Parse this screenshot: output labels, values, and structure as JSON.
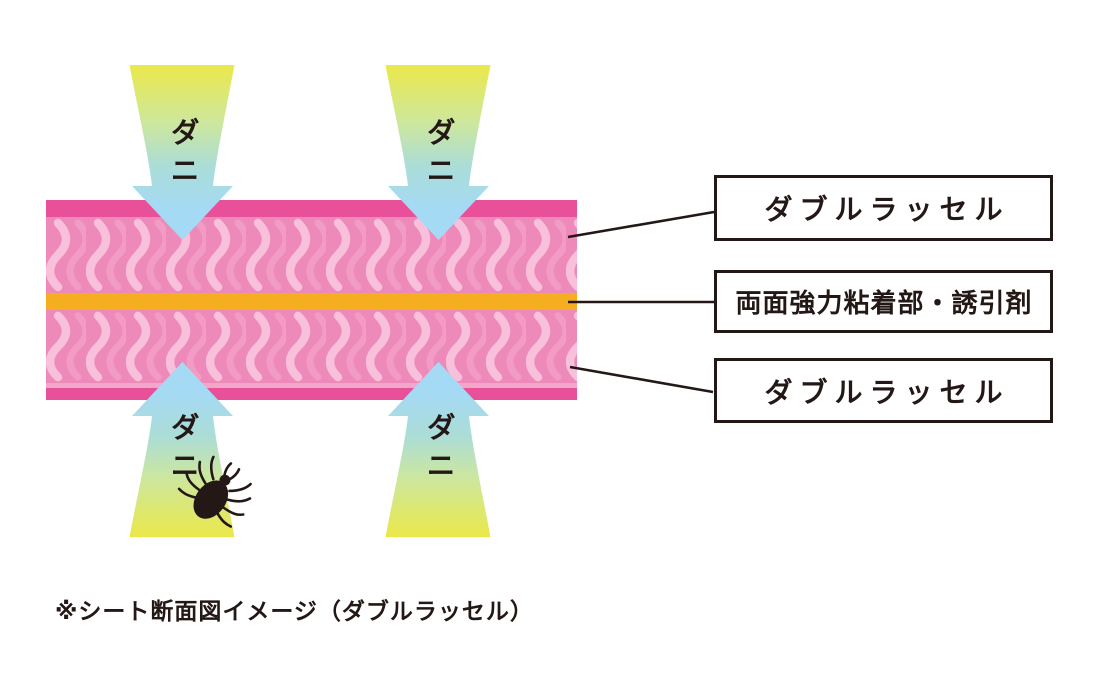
{
  "diagram_title": "sheet cross-section (double raschel mite sheet)",
  "caption": {
    "text": "※シート断面図イメージ（ダブルラッセル）"
  },
  "callouts": [
    {
      "text": "ダブルラッセル"
    },
    {
      "text": "両面強力粘着部・誘引剤"
    },
    {
      "text": "ダブルラッセル"
    }
  ],
  "arrows": [
    {
      "label": "ダニ",
      "direction": "down"
    },
    {
      "label": "ダニ",
      "direction": "down"
    },
    {
      "label": "ダニ",
      "direction": "up"
    },
    {
      "label": "ダニ",
      "direction": "up"
    }
  ],
  "icons": [
    {
      "name": "mite-icon",
      "description": "black tick silhouette"
    }
  ],
  "colors": {
    "ink": "#231815",
    "layerEdge": "#e8519a",
    "layerBody": "#ee8aba",
    "waveBright": "#f8c0da",
    "waveFaint": "#f2a0c6",
    "edgeHighlight": "#f4a6ca",
    "adhesive": "#f6ae21",
    "arrowYellow": "#ebe84a",
    "arrowGreen": "#cde79c",
    "arrowTeal": "#abddd8",
    "arrowBlue": "#a5daf4",
    "pageBg": "#ffffff"
  }
}
